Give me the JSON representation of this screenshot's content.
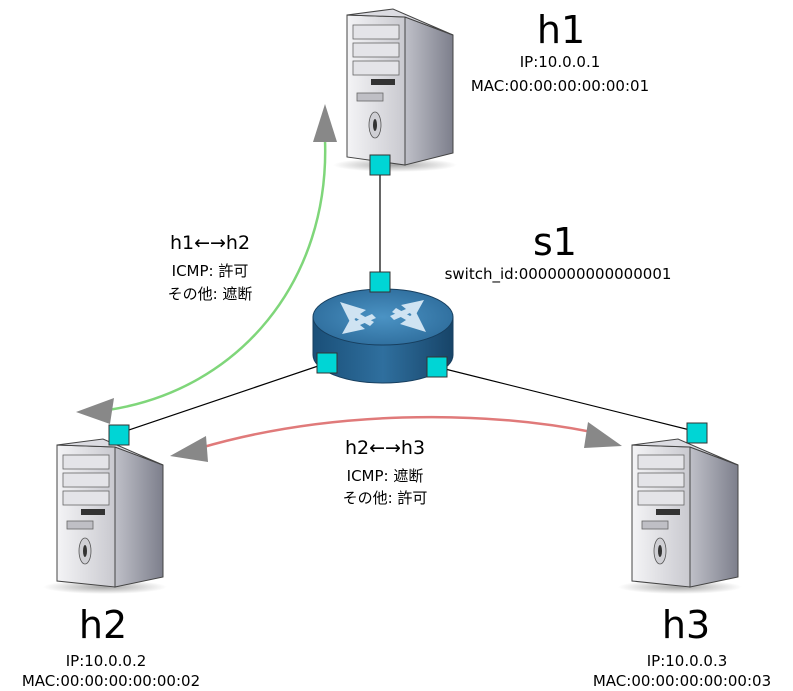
{
  "hosts": {
    "h1": {
      "name": "h1",
      "ip": "IP:10.0.0.1",
      "mac": "MAC:00:00:00:00:00:01"
    },
    "h2": {
      "name": "h2",
      "ip": "IP:10.0.0.2",
      "mac": "MAC:00:00:00:00:00:02"
    },
    "h3": {
      "name": "h3",
      "ip": "IP:10.0.0.3",
      "mac": "MAC:00:00:00:00:00:03"
    }
  },
  "switch": {
    "name": "s1",
    "switch_id": "switch_id:0000000000000001"
  },
  "links": {
    "h1_h2": {
      "title": "h1←→h2",
      "icmp": "ICMP: 許可",
      "other": "その他: 遮断",
      "color": "#7fd67a"
    },
    "h2_h3": {
      "title": "h2←→h3",
      "icmp": "ICMP: 遮断",
      "other": "その他: 許可",
      "color": "#e07a7a"
    }
  },
  "colors": {
    "port": "#00d5d5",
    "router_top": "#3a7fb0",
    "router_side": "#1e5a85",
    "arrow_head": "#888888"
  }
}
